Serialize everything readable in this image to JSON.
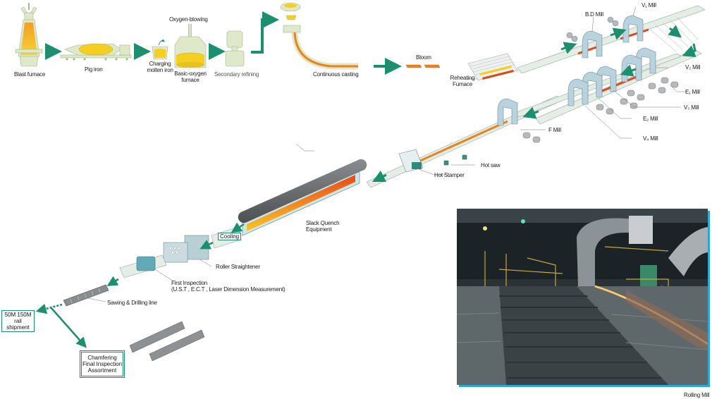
{
  "diagram": {
    "title_hidden": "",
    "steelmaking": {
      "blast_furnace": "Blast furnace",
      "pig_iron": "Pig iron",
      "charging_line1": "Charging",
      "charging_line2": "molten iron",
      "oxygen_blowing": "Oxygen-blowing",
      "bof_line1": "Basic-oxygen",
      "bof_line2": "furnace",
      "secondary_refining": "Secondary refining",
      "continuous_casting": "Continuous casting",
      "bloom": "Bloom"
    },
    "rolling": {
      "reheating_line1": "Reheating",
      "reheating_line2": "Furnace",
      "bd_mill": "B.D Mill",
      "v1_mill": "V₁ Mill",
      "v2_mill": "V₂ Mill",
      "e1_mill": "E₁ Mill",
      "v3_mill": "V₃ Mill",
      "e2_mill": "E₂ Mill",
      "v4_mill": "V₄ Mill",
      "f_mill": "F Mill",
      "hot_saw": "Hot saw",
      "hot_stamper": "Hot Stamper"
    },
    "finishing": {
      "slack_quench_line1": "Slack Quench",
      "slack_quench_line2": "Equipment",
      "cooling": "Cooling",
      "roller_straightener": "Roller Straightener",
      "first_inspection_line1": "First Inspection",
      "first_inspection_line2": "(U.S.T , E.C.T , Laser Dimension Measurement)",
      "sawing_drilling": "Sawing & Drilling line",
      "shipment_line1": "50M 150M",
      "shipment_line2": "rail shipment",
      "final_line1": "Chamfering",
      "final_line2": "Final Inspection",
      "final_line3": "Assortment"
    },
    "photo_caption": "Rolling Mill",
    "colors": {
      "arrow_green": "#1b8f6e",
      "equipment_pale": "#dfe9c9",
      "molten_yellow": "#f5cf1f",
      "hot_orange": "#e8841e",
      "steel_red": "#d94a1c",
      "conveyor": "#e4eee6",
      "mill_blue": "#b9d3de",
      "photo_border": "#2aa9d8"
    }
  }
}
